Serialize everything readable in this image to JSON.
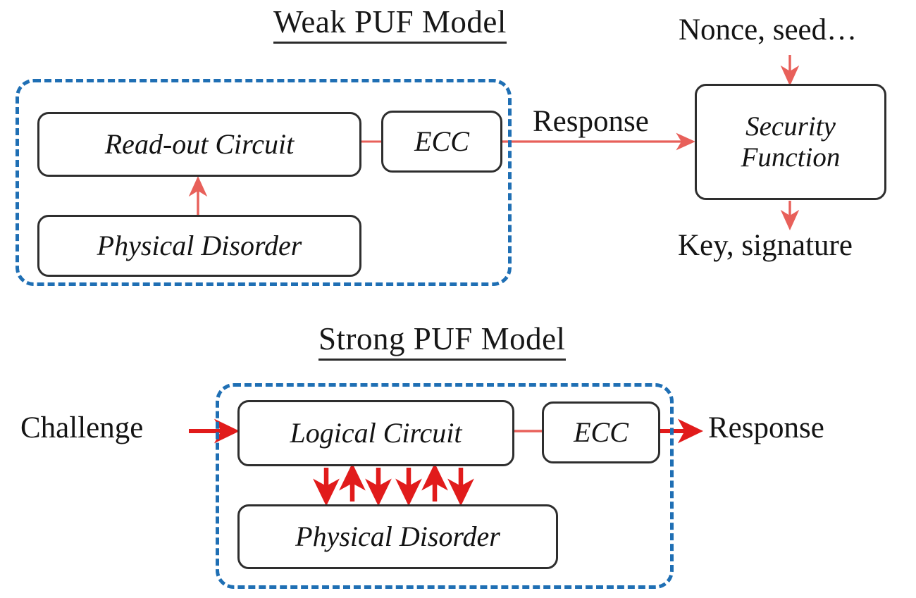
{
  "figure": {
    "background_color": "#ffffff",
    "accent_boundary_color": "#1f6fb4",
    "accent_wire_color": "#e8605a",
    "accent_arrow_color": "#e11b1b",
    "block_border_color": "#2e2e2e",
    "text_color": "#141414"
  },
  "weak_model": {
    "title": "Weak PUF Model",
    "blocks": {
      "readout": "Read-out Circuit",
      "ecc": "ECC",
      "disorder": "Physical Disorder",
      "security": "Security\nFunction"
    },
    "labels": {
      "response": "Response",
      "nonce_seed": "Nonce, seed…",
      "key_signature": "Key, signature"
    }
  },
  "strong_model": {
    "title": "Strong PUF Model",
    "blocks": {
      "logical": "Logical Circuit",
      "ecc": "ECC",
      "disorder": "Physical Disorder"
    },
    "labels": {
      "challenge": "Challenge",
      "response": "Response"
    },
    "coupling_arrows": {
      "count": 6,
      "directions": [
        "down",
        "up",
        "down",
        "down",
        "up",
        "down"
      ]
    }
  }
}
